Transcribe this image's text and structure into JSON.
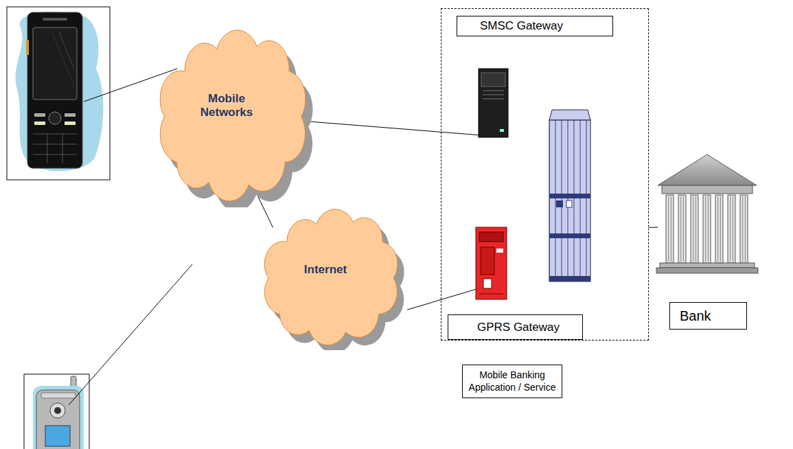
{
  "diagram": {
    "nodes": [
      {
        "text": [
          "Mobile Networks"
        ]
      },
      {
        "text": [
          "Internet"
        ]
      },
      {
        "text": [
          "Mobile Banking Application / Service"
        ]
      },
      {
        "text": [
          "SMSC Gateway"
        ],
        "in": 2
      },
      {
        "text": [
          "GPRS Gateway"
        ],
        "in": 2
      },
      {
        "text": [
          "Bank"
        ]
      }
    ],
    "edges": [
      {
        "from": 0,
        "to": 1,
        "arrow": "none"
      },
      {
        "from": 0,
        "to": 3,
        "arrow": "none"
      },
      {
        "from": 1,
        "to": 4,
        "arrow": "none"
      },
      {
        "from": 2,
        "to": 5,
        "arrow": "none"
      }
    ]
  }
}
